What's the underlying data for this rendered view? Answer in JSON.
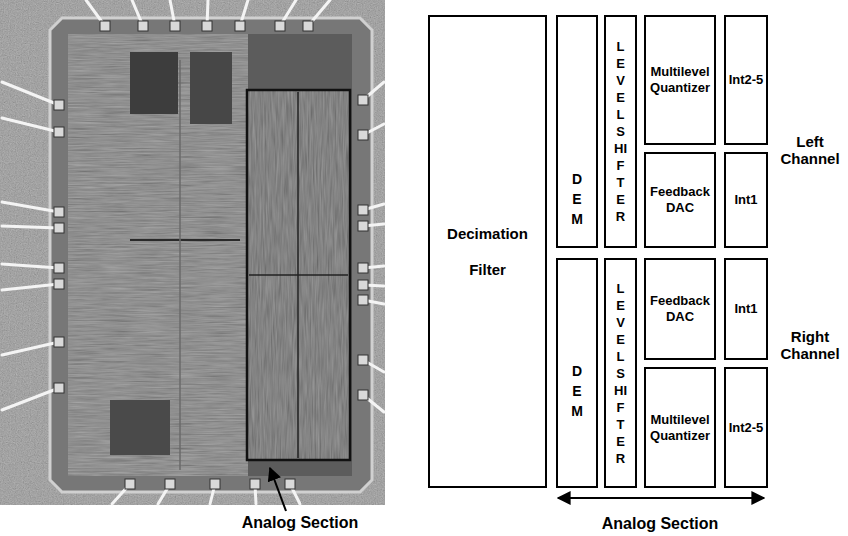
{
  "diagram": {
    "nodes": [
      {
        "text": [
          "Decimation Filter"
        ]
      },
      {
        "text": [
          "DEM"
        ]
      },
      {
        "text": [
          "LEVEL SHIFTER"
        ]
      },
      {
        "text": [
          "Multilevel Quantizer"
        ]
      },
      {
        "text": [
          "Int2-5"
        ]
      },
      {
        "text": [
          "Feedback DAC"
        ]
      },
      {
        "text": [
          "Int1"
        ]
      },
      {
        "text": [
          "DEM"
        ]
      },
      {
        "text": [
          "LEVEL SHIFTER"
        ]
      },
      {
        "text": [
          "Feedback DAC"
        ]
      },
      {
        "text": [
          "Int1"
        ]
      },
      {
        "text": [
          "Multilevel Quantizer"
        ]
      },
      {
        "text": [
          "Int2-5"
        ]
      }
    ],
    "edges": [],
    "labels": [
      "Analog Section",
      "Left Channel",
      "Right Channel",
      "Analog Section"
    ]
  }
}
